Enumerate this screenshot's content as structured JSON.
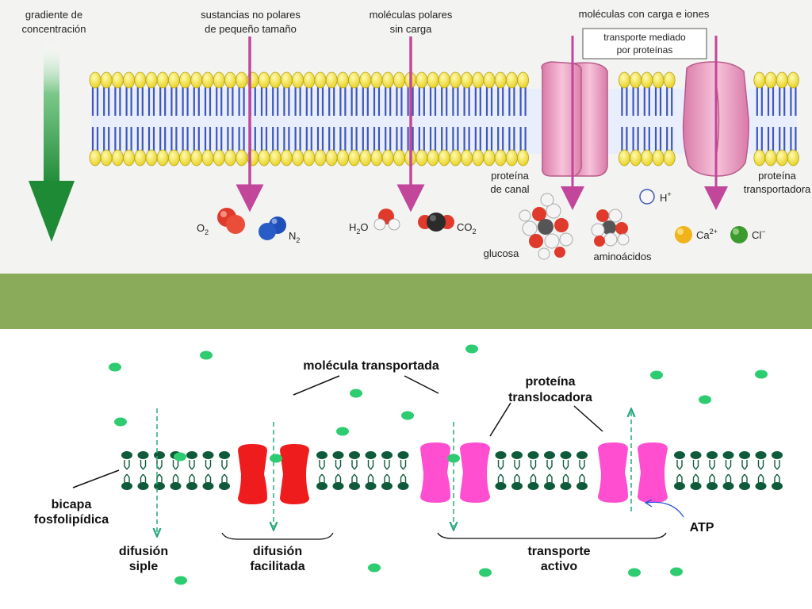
{
  "top": {
    "gradient_label": [
      "gradiente de",
      "concentración"
    ],
    "nonpolar_label": [
      "sustancias no polares",
      "de pequeño tamaño"
    ],
    "polar_label": [
      "moléculas polares",
      "sin carga"
    ],
    "charged_label": "moléculas con carga e iones",
    "mediated_label": [
      "transporte mediado",
      "por proteínas"
    ],
    "channel_label": [
      "proteína",
      "de canal"
    ],
    "carrier_label": [
      "proteína",
      "transportadora"
    ],
    "molecules": {
      "o2": "O",
      "o2_sub": "2",
      "n2": "N",
      "n2_sub": "2",
      "h2o_a": "H",
      "h2o_sub": "2",
      "h2o_b": "O",
      "co2": "CO",
      "co2_sub": "2",
      "glucose": "glucosa",
      "amino": "aminoácidos",
      "h": "H",
      "h_sup": "+",
      "ca": "Ca",
      "ca_sup": "2+",
      "cl": "Cl",
      "cl_sup": "−"
    },
    "colors": {
      "head": "#f2e23a",
      "tail": "#3e57b8",
      "arrow": "#c2469a",
      "protein": "#f0a6c8",
      "gradient": "#2e9a3e",
      "background": "#f3f3f1"
    }
  },
  "divider": {
    "color": "#8aab5a"
  },
  "bottom": {
    "molecule_transported": "molécula transportada",
    "translocator": [
      "proteína",
      "translocadora"
    ],
    "bilayer": [
      "bicapa",
      "fosfolipídica"
    ],
    "simple_diffusion": [
      "difusión",
      "siple"
    ],
    "facilitated_diffusion": [
      "difusión",
      "facilitada"
    ],
    "active_transport": [
      "transporte",
      "activo"
    ],
    "atp": "ATP",
    "colors": {
      "dot": "#2ecc71",
      "lipid": "#0e5a3a",
      "channel": "#ee1c1c",
      "pump": "#ff4fd0",
      "dashed": "#2aa87a",
      "atp_arrow": "#2b4fd8"
    }
  }
}
